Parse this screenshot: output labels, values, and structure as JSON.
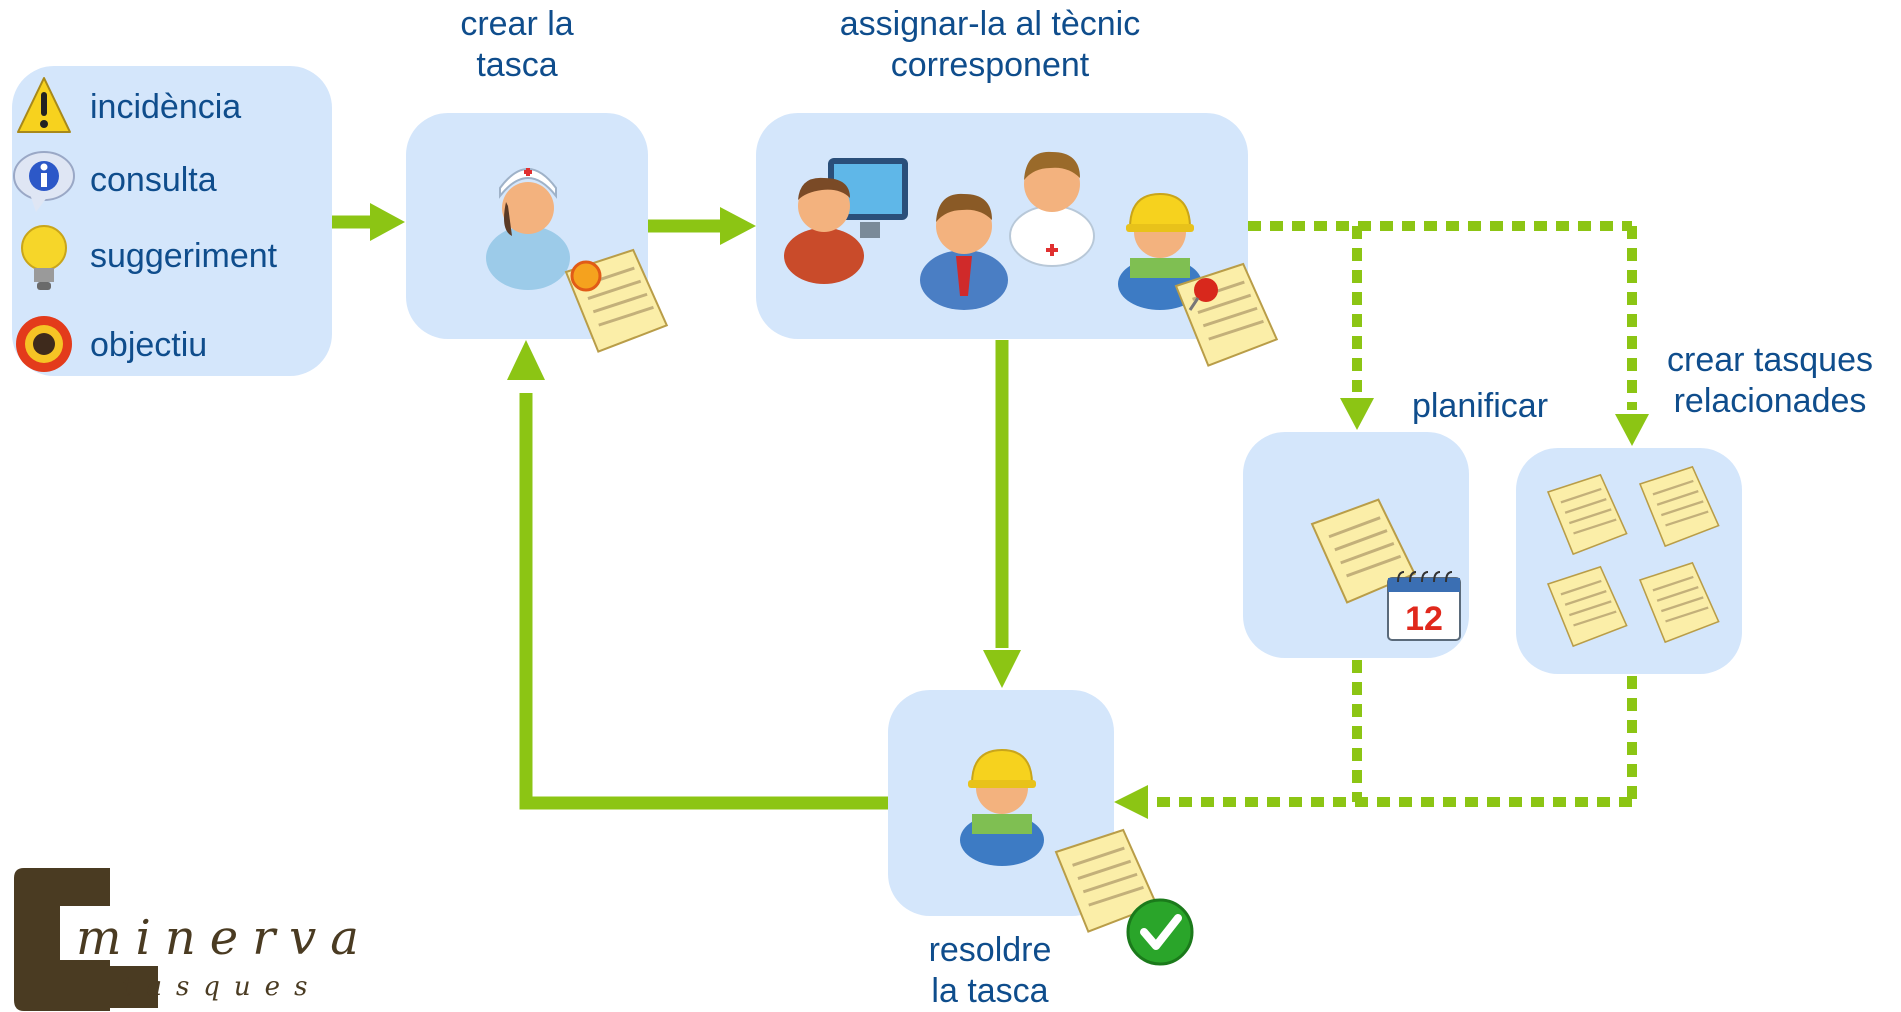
{
  "legend": {
    "items": [
      {
        "label": "incidència",
        "icon": "warning-icon"
      },
      {
        "label": "consulta",
        "icon": "info-icon"
      },
      {
        "label": "suggeriment",
        "icon": "lightbulb-icon"
      },
      {
        "label": "objectiu",
        "icon": "target-icon"
      }
    ]
  },
  "steps": {
    "create": {
      "line1": "crear la",
      "line2": "tasca"
    },
    "assign": {
      "line1": "assignar-la al tècnic",
      "line2": "corresponent"
    },
    "plan": {
      "label": "planificar",
      "calendar_day": "12"
    },
    "related": {
      "line1": "crear tasques",
      "line2": "relacionades"
    },
    "resolve": {
      "line1": "resoldre",
      "line2": "la tasca"
    }
  },
  "logo": {
    "word1": "minerva",
    "word2": "tasques"
  },
  "colors": {
    "box": "#d4e6fb",
    "arrow": "#8cc514",
    "text": "#0f4d8c",
    "logo": "#4a3b22"
  }
}
